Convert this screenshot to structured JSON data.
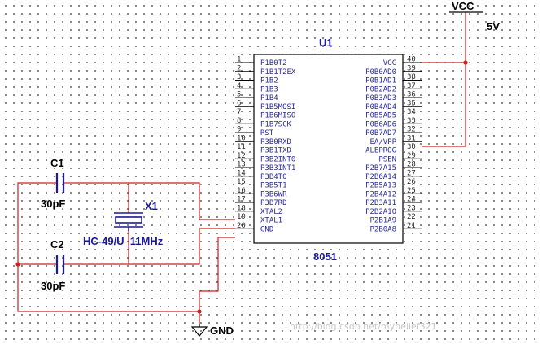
{
  "chip": {
    "refdes": "U1",
    "part": "8051",
    "left_pins": [
      {
        "num": "1",
        "name": "P1B0T2"
      },
      {
        "num": "2",
        "name": "P1B1T2EX"
      },
      {
        "num": "3",
        "name": "P1B2"
      },
      {
        "num": "4",
        "name": "P1B3"
      },
      {
        "num": "5",
        "name": "P1B4"
      },
      {
        "num": "6",
        "name": "P1B5MOSI"
      },
      {
        "num": "7",
        "name": "P1B6MISO"
      },
      {
        "num": "8",
        "name": "P1B7SCK"
      },
      {
        "num": "9",
        "name": "RST"
      },
      {
        "num": "10",
        "name": "P3B0RXD"
      },
      {
        "num": "11",
        "name": "P3B1TXD"
      },
      {
        "num": "12",
        "name": "P3B2INT0"
      },
      {
        "num": "13",
        "name": "P3B3INT1"
      },
      {
        "num": "14",
        "name": "P3B4T0"
      },
      {
        "num": "15",
        "name": "P3B5T1"
      },
      {
        "num": "16",
        "name": "P3B6WR"
      },
      {
        "num": "17",
        "name": "P3B7RD"
      },
      {
        "num": "18",
        "name": "XTAL2"
      },
      {
        "num": "19",
        "name": "XTAL1"
      },
      {
        "num": "20",
        "name": "GND"
      }
    ],
    "right_pins": [
      {
        "num": "40",
        "name": "VCC"
      },
      {
        "num": "39",
        "name": "P0B0AD0"
      },
      {
        "num": "38",
        "name": "P0B1AD1"
      },
      {
        "num": "37",
        "name": "P0B2AD2"
      },
      {
        "num": "36",
        "name": "P0B3AD3"
      },
      {
        "num": "35",
        "name": "P0B4AD4"
      },
      {
        "num": "34",
        "name": "P0B5AD5"
      },
      {
        "num": "33",
        "name": "P0B6AD6"
      },
      {
        "num": "32",
        "name": "P0B7AD7"
      },
      {
        "num": "31",
        "name": "EA/VPP"
      },
      {
        "num": "30",
        "name": "ALEPROG"
      },
      {
        "num": "29",
        "name": "PSEN"
      },
      {
        "num": "28",
        "name": "P2B7A15"
      },
      {
        "num": "27",
        "name": "P2B6A14"
      },
      {
        "num": "26",
        "name": "P2B5A13"
      },
      {
        "num": "25",
        "name": "P2B4A12"
      },
      {
        "num": "24",
        "name": "P2B3A11"
      },
      {
        "num": "23",
        "name": "P2B2A10"
      },
      {
        "num": "22",
        "name": "P2B1A9"
      },
      {
        "num": "21",
        "name": "P2B0A8"
      }
    ]
  },
  "components": {
    "c1": {
      "ref": "C1",
      "value": "30pF"
    },
    "c2": {
      "ref": "C2",
      "value": "30pF"
    },
    "x1": {
      "ref": "X1",
      "value": "HC-49/U_11MHz"
    }
  },
  "power": {
    "vcc_label": "VCC",
    "vcc_value": "5V",
    "gnd_label": "GND"
  },
  "watermark": "http://blog.csdn.net/mybelief321",
  "colors": {
    "wire": "#cc2222",
    "component": "#1a1a9a",
    "pin": "#000000",
    "background": "#ffffff"
  }
}
